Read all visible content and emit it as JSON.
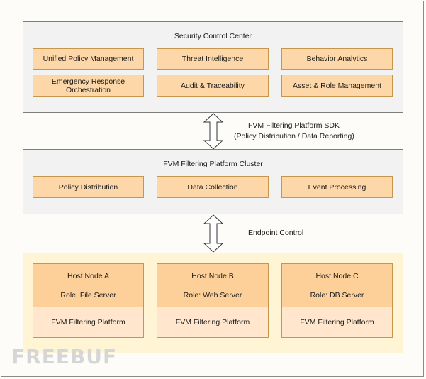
{
  "scc": {
    "title": "Security Control Center",
    "modules": [
      "Unified Policy Management",
      "Threat Intelligence",
      "Behavior Analytics",
      "Emergency Response Orchestration",
      "Audit & Traceability",
      "Asset & Role Management"
    ]
  },
  "sdk_link": {
    "line1": "FVM Filtering Platform SDK",
    "line2": "(Policy Distribution / Data Reporting)"
  },
  "cluster": {
    "title": "FVM Filtering Platform Cluster",
    "modules": [
      "Policy Distribution",
      "Data Collection",
      "Event Processing"
    ]
  },
  "endpoint_link": {
    "label": "Endpoint Control"
  },
  "hosts": [
    {
      "name": "Host Node A",
      "role": "Role: File Server",
      "platform": "FVM Filtering Platform"
    },
    {
      "name": "Host Node B",
      "role": "Role: Web Server",
      "platform": "FVM Filtering Platform"
    },
    {
      "name": "Host Node C",
      "role": "Role: DB Server",
      "platform": "FVM Filtering Platform"
    }
  ],
  "watermark": "FREEBUF",
  "colors": {
    "panel_fill": "#f2f2f2",
    "module_fill": "#fdd7a8",
    "module_border": "#c6964c",
    "host_zone_fill": "#fff4d3",
    "host_zone_border": "#f1c96b"
  }
}
